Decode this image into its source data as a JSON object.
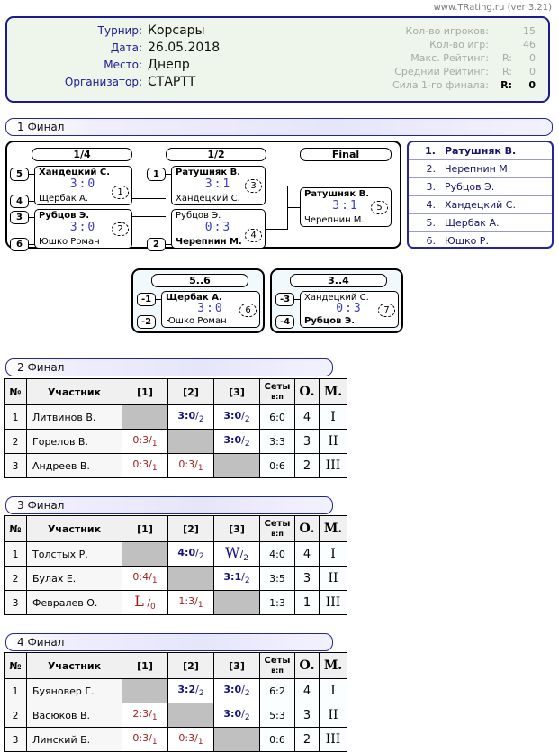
{
  "watermark": "www.TRating.ru (ver 3.21)",
  "info": {
    "rows": [
      {
        "label": "Турнир:",
        "value": "Корсары"
      },
      {
        "label": "Дата:",
        "value": "26.05.2018"
      },
      {
        "label": "Место:",
        "value": "Днепр"
      },
      {
        "label": "Организатор:",
        "value": "СТАРТТ"
      }
    ],
    "stats": [
      {
        "label": "Кол-во игроков:",
        "r": "",
        "value": "15",
        "dark": false
      },
      {
        "label": "Кол-во игр:",
        "r": "",
        "value": "46",
        "dark": false
      },
      {
        "label": "Макс. Рейтинг:",
        "r": "R:",
        "value": "0",
        "dark": false
      },
      {
        "label": "Средний Рейтинг:",
        "r": "R:",
        "value": "0",
        "dark": false
      },
      {
        "label": "Сила 1-го финала:",
        "r": "R:",
        "value": "0",
        "dark": true
      }
    ]
  },
  "sections": {
    "final1": "1 Финал",
    "final2": "2 Финал",
    "final3": "3 Финал",
    "final4": "4 Финал"
  },
  "bracket": {
    "round_labels": {
      "quarter": "1/4",
      "semi": "1/2",
      "final": "Final"
    },
    "matches": [
      {
        "id": "qf1",
        "top": "Хандецкий С.",
        "bottom": "Щербак А.",
        "score": "3:0",
        "top_win": true,
        "seed_top": "5",
        "seed_bottom": "4",
        "game_no": "1"
      },
      {
        "id": "qf2",
        "top": "Рубцов Э.",
        "bottom": "Юшко Роман",
        "score": "3:0",
        "top_win": true,
        "seed_top": "3",
        "seed_bottom": "6",
        "game_no": "2"
      },
      {
        "id": "sf1",
        "top": "Ратушняк В.",
        "bottom": "Хандецкий С.",
        "score": "3:1",
        "top_win": true,
        "seed_top": "1",
        "seed_bottom": "",
        "game_no": "3"
      },
      {
        "id": "sf2",
        "top": "Рубцов Э.",
        "bottom": "Черепнин М.",
        "score": "0:3",
        "top_win": false,
        "seed_top": "",
        "seed_bottom": "2",
        "game_no": "4"
      },
      {
        "id": "final",
        "top": "Ратушняк В.",
        "bottom": "Черепнин М.",
        "score": "3:1",
        "top_win": true,
        "seed_top": "",
        "seed_bottom": "",
        "game_no": "5"
      }
    ],
    "consolations": [
      {
        "title": "5..6",
        "top": "Щербак А.",
        "bottom": "Юшко Роман",
        "score": "3:0",
        "top_win": true,
        "seed_top": "-1",
        "seed_bottom": "-2",
        "game_no": "6"
      },
      {
        "title": "3..4",
        "top": "Хандецкий С.",
        "bottom": "Рубцов Э.",
        "score": "0:3",
        "top_win": false,
        "seed_top": "-3",
        "seed_bottom": "-4",
        "game_no": "7"
      }
    ]
  },
  "standings": [
    {
      "pos": "1.",
      "name": "Ратушняк В."
    },
    {
      "pos": "2.",
      "name": "Черепнин М."
    },
    {
      "pos": "3.",
      "name": "Рубцов  Э."
    },
    {
      "pos": "4.",
      "name": "Хандецкий С."
    },
    {
      "pos": "5.",
      "name": "Щербак А."
    },
    {
      "pos": "6.",
      "name": "Юшко Р."
    }
  ],
  "table_headers": {
    "no": "№",
    "name": "Участник",
    "g1": "[1]",
    "g2": "[2]",
    "g3": "[3]",
    "sets": "Сеты",
    "sets_sub": "в:п",
    "points": "О.",
    "place": "М."
  },
  "groups": [
    {
      "id": "final2",
      "rows": [
        {
          "no": "1",
          "name": "Литвинов В.",
          "cells": [
            {
              "type": "blank"
            },
            {
              "type": "win",
              "score": "3:0",
              "sub": "2"
            },
            {
              "type": "win",
              "score": "3:0",
              "sub": "2"
            }
          ],
          "sets": "6:0",
          "points": "4",
          "place": "I"
        },
        {
          "no": "2",
          "name": "Горелов В.",
          "cells": [
            {
              "type": "loss",
              "score": "0:3",
              "sub": "1"
            },
            {
              "type": "blank"
            },
            {
              "type": "win",
              "score": "3:0",
              "sub": "2"
            }
          ],
          "sets": "3:3",
          "points": "3",
          "place": "II"
        },
        {
          "no": "3",
          "name": "Андреев В.",
          "cells": [
            {
              "type": "loss",
              "score": "0:3",
              "sub": "1"
            },
            {
              "type": "loss",
              "score": "0:3",
              "sub": "1"
            },
            {
              "type": "blank"
            }
          ],
          "sets": "0:6",
          "points": "2",
          "place": "III"
        }
      ]
    },
    {
      "id": "final3",
      "rows": [
        {
          "no": "1",
          "name": "Толстых Р.",
          "cells": [
            {
              "type": "blank"
            },
            {
              "type": "win",
              "score": "4:0",
              "sub": "2"
            },
            {
              "type": "wo_win",
              "score": "W",
              "sub": "2"
            }
          ],
          "sets": "4:0",
          "points": "4",
          "place": "I"
        },
        {
          "no": "2",
          "name": "Булах Е.",
          "cells": [
            {
              "type": "loss",
              "score": "0:4",
              "sub": "1"
            },
            {
              "type": "blank"
            },
            {
              "type": "win",
              "score": "3:1",
              "sub": "2"
            }
          ],
          "sets": "3:5",
          "points": "3",
          "place": "II"
        },
        {
          "no": "3",
          "name": "Февралев О.",
          "cells": [
            {
              "type": "wo_loss",
              "score": "L",
              "sub": "0"
            },
            {
              "type": "loss",
              "score": "1:3",
              "sub": "1"
            },
            {
              "type": "blank"
            }
          ],
          "sets": "1:3",
          "points": "1",
          "place": "III"
        }
      ]
    },
    {
      "id": "final4",
      "rows": [
        {
          "no": "1",
          "name": "Буяновер Г.",
          "cells": [
            {
              "type": "blank"
            },
            {
              "type": "win",
              "score": "3:2",
              "sub": "2"
            },
            {
              "type": "win",
              "score": "3:0",
              "sub": "2"
            }
          ],
          "sets": "6:2",
          "points": "4",
          "place": "I"
        },
        {
          "no": "2",
          "name": "Васюков В.",
          "cells": [
            {
              "type": "loss",
              "score": "2:3",
              "sub": "1"
            },
            {
              "type": "blank"
            },
            {
              "type": "win",
              "score": "3:0",
              "sub": "2"
            }
          ],
          "sets": "5:3",
          "points": "3",
          "place": "II"
        },
        {
          "no": "3",
          "name": "Линский Б.",
          "cells": [
            {
              "type": "loss",
              "score": "0:3",
              "sub": "1"
            },
            {
              "type": "loss",
              "score": "0:3",
              "sub": "1"
            },
            {
              "type": "blank"
            }
          ],
          "sets": "0:6",
          "points": "2",
          "place": "III"
        }
      ]
    }
  ],
  "colors": {
    "panel_bg": "#eef5ea",
    "panel_border": "#1b1b8f",
    "bracket_score": "#3c3cc8",
    "win": "#14147a",
    "loss": "#9e2121",
    "blank_cell": "#c0c0c0"
  }
}
